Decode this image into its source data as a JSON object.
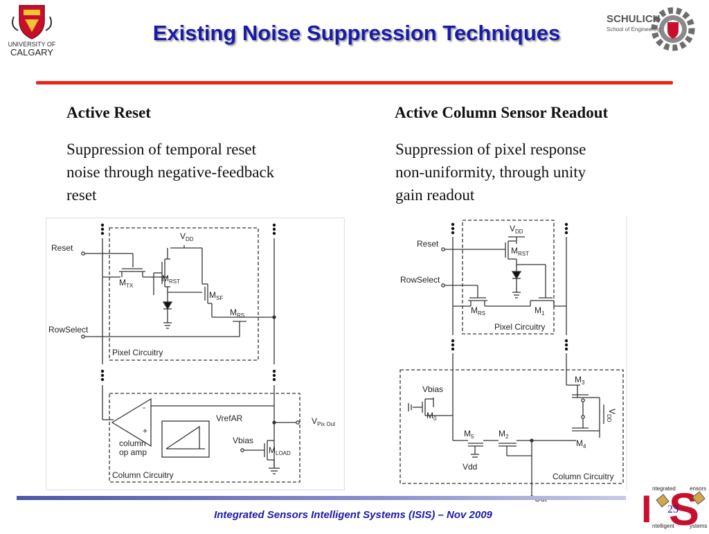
{
  "slide": {
    "title": "Existing Noise Suppression Techniques",
    "page_number": "23"
  },
  "logos": {
    "left_university": "UNIVERSITY OF",
    "left_name": "CALGARY",
    "right_line1": "SCHULICH",
    "right_line2": "School of Engineering",
    "isis_top": "ntegrated",
    "isis_mid": "ntelligent",
    "isis_right_top": "ensors",
    "isis_right_bot": "ystems"
  },
  "columns": {
    "left": {
      "heading": "Active Reset",
      "body": [
        "Suppression of temporal reset",
        "noise through negative-feedback",
        "reset"
      ]
    },
    "right": {
      "heading": "Active Column Sensor Readout",
      "body": [
        "Suppression of pixel response",
        "non-uniformity, through unity",
        "gain readout"
      ]
    }
  },
  "diagram_left": {
    "reset": "Reset",
    "rowselect": "RowSelect",
    "vdd_main": "V",
    "vdd_sub": "DD",
    "mtx_main": "M",
    "mtx_sub": "TX",
    "mrst_main": "M",
    "mrst_sub": "RST",
    "msf_main": "M",
    "msf_sub": "SF",
    "mrs_main": "M",
    "mrs_sub": "RS",
    "pixel_circuitry": "Pixel Circuitry",
    "vrefar": "VrefAR",
    "vpixout_main": "V",
    "vpixout_sub": "Pix Out",
    "vbias": "Vbias",
    "mload_main": "M",
    "mload_sub": "LOAD",
    "opamp_line1": "column",
    "opamp_line2": "op amp",
    "minus": "-",
    "plus": "+",
    "column_circuitry": "Column Circuitry"
  },
  "diagram_right": {
    "reset": "Reset",
    "rowselect": "RowSelect",
    "vdd_main": "V",
    "vdd_sub": "DD",
    "mrst_main": "M",
    "mrst_sub": "RST",
    "mrs_main": "M",
    "mrs_sub": "RS",
    "m1_main": "M",
    "m1_sub": "1",
    "pixel_circuitry": "Pixel Circuitry",
    "vbias": "Vbias",
    "m0_main": "M",
    "m0_sub": "0",
    "m5_main": "M",
    "m5_sub": "5",
    "m2_main": "M",
    "m2_sub": "2",
    "m3_main": "M",
    "m3_sub": "3",
    "m4_main": "M",
    "m4_sub": "4",
    "vdd_side_main": "V",
    "vdd_side_sub": "DD",
    "vdd_low": "Vdd",
    "out": "Out",
    "column_circuitry": "Column Circuitry"
  },
  "footer": {
    "text": "Integrated Sensors Intelligent Systems (ISIS) – Nov 2009"
  },
  "colors": {
    "title": "#1a1aa8",
    "rule": "#e8261a",
    "footer_bar": "#4e57a6"
  }
}
